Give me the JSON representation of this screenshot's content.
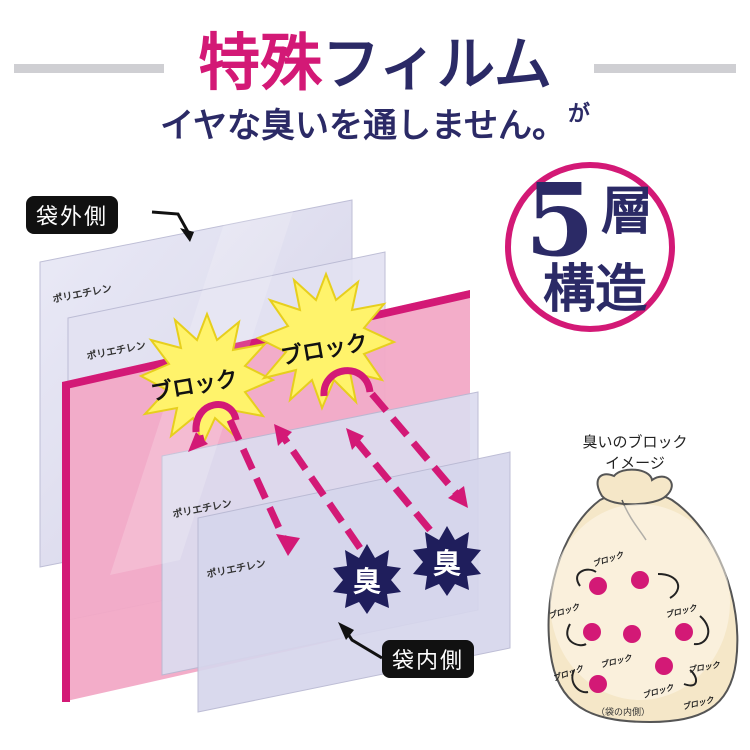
{
  "headline": {
    "accent": "特殊",
    "rest": "フィルム",
    "particle": "が",
    "subtitle": "イヤな臭いを通しません。",
    "accent_color": "#d31976",
    "navy_color": "#2b2a66"
  },
  "badge": {
    "number": "5",
    "kanji_top": "層",
    "kanji_bottom": "構造"
  },
  "labels": {
    "outside": "袋外側",
    "inside": "袋内側"
  },
  "layers": [
    "ポリエチレン",
    "ポリエチレン",
    "ポリエチレン",
    "ポリエチレン"
  ],
  "block_text": [
    "ブロック",
    "ブロック"
  ],
  "odor_text": [
    "臭",
    "臭"
  ],
  "bag": {
    "caption_line1": "臭いのブロック",
    "caption_line2": "イメージ",
    "block_labels": [
      "ブロック",
      "ブロック",
      "ブロック",
      "ブロック",
      "ブロック",
      "ブロック",
      "ブロック",
      "ブロック"
    ],
    "inner_label": "（袋の内側）"
  }
}
